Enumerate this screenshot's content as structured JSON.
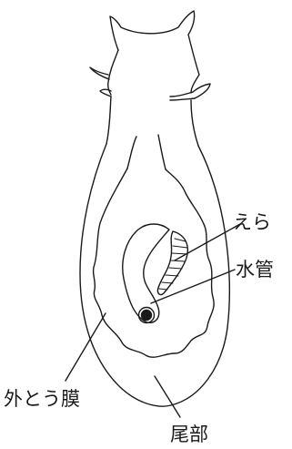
{
  "labels": {
    "gills": "えら",
    "siphon": "水管",
    "mantle": "外とう膜",
    "tail": "尾部"
  },
  "colors": {
    "line": "#1a1a1a",
    "background": "#ffffff"
  }
}
